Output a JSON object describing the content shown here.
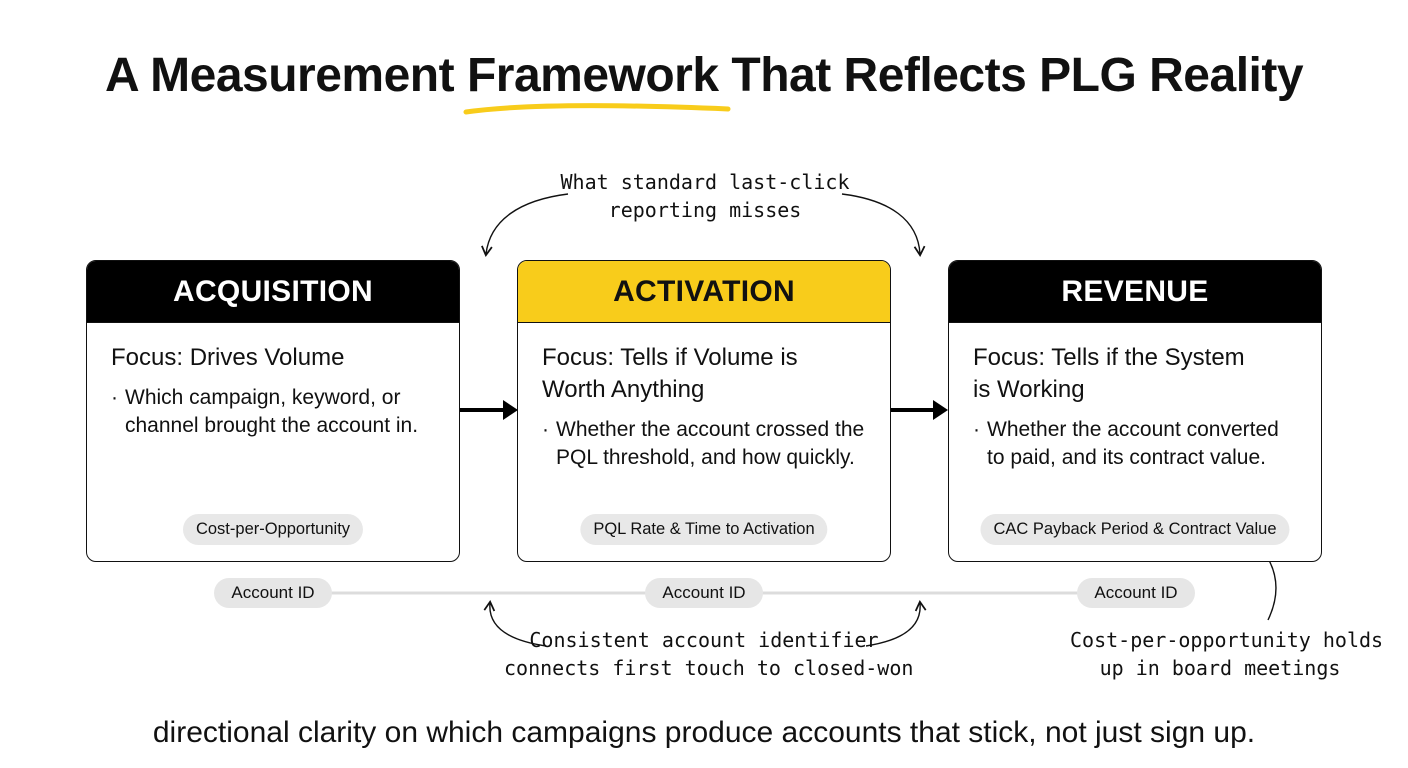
{
  "title": {
    "before": "A Measurement ",
    "highlight": "Framework",
    "after": " That Reflects PLG Reality"
  },
  "colors": {
    "accent_yellow": "#f8cc1b",
    "dark_header": "#000000",
    "pill_gray": "#e8e8e8"
  },
  "top_annotation": {
    "line1": "What standard last-click",
    "line2": "reporting misses"
  },
  "cards": [
    {
      "header": "ACQUISITION",
      "focus_line1": "Focus: Drives Volume",
      "focus_line2": "",
      "bullet": "Which campaign, keyword, or channel brought the account in.",
      "metric": "Cost-per-Opportunity"
    },
    {
      "header": "ACTIVATION",
      "focus_line1": "Focus: Tells if Volume is",
      "focus_line2": "Worth Anything",
      "bullet": "Whether the account crossed the PQL threshold, and how quickly.",
      "metric": "PQL Rate & Time to Activation"
    },
    {
      "header": "REVENUE",
      "focus_line1": "Focus: Tells if the System",
      "focus_line2": "is Working",
      "bullet": "Whether the account converted to paid, and its contract value.",
      "metric": "CAC Payback Period & Contract Value"
    }
  ],
  "account_ids": [
    "Account ID",
    "Account ID",
    "Account ID"
  ],
  "bottom_annotation": {
    "line1": "Consistent account identifier",
    "line2": "connects first touch to closed-won"
  },
  "side_annotation": {
    "line1": "Cost-per-opportunity holds",
    "line2": "up in board meetings"
  },
  "bullet_symbol": "·",
  "footer": "directional clarity on which campaigns produce accounts that stick, not just sign up."
}
